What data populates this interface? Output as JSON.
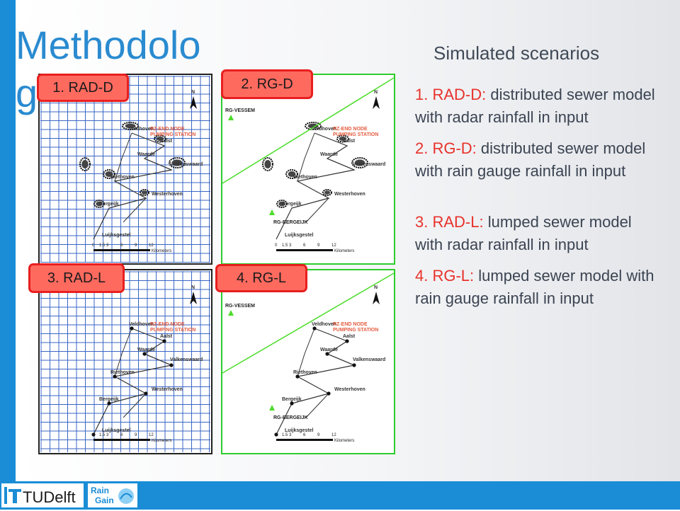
{
  "slide": {
    "title": "Methodology",
    "subtitle": "Simulated scenarios"
  },
  "maps": [
    {
      "tag": "1. RAD-D"
    },
    {
      "tag": "2. RG-D"
    },
    {
      "tag": "3. RAD-L"
    },
    {
      "tag": "4. RG-L"
    }
  ],
  "map_labels": {
    "towns": [
      "Veldhoven",
      "Aalst",
      "Waarde",
      "Valkenswaard",
      "Riethoven",
      "Westerhoven",
      "Bergeijk",
      "Luijksgestel"
    ],
    "rz_line1": "RZ-END NODE",
    "rz_line2": "PUMPING STATION",
    "rg_vessem": "RG-VESSEM",
    "rg_bergeijk": "RG-BERGEIJK",
    "north": "N",
    "scale_ticks": [
      "0",
      "1.5",
      "3",
      "6",
      "9",
      "12"
    ],
    "scale_unit": "Kilometers"
  },
  "scenarios": [
    {
      "code": "1. RAD-D:",
      "text": " distributed sewer model with radar rainfall in input"
    },
    {
      "code": "2. RG-D:",
      "text": " distributed sewer model with rain gauge rainfall in input"
    },
    {
      "code": "3. RAD-L:",
      "text": " lumped sewer model with radar rainfall in input"
    },
    {
      "code": "4. RG-L:",
      "text": " lumped sewer model with rain gauge rainfall in input"
    }
  ],
  "logos": {
    "tudelft": "TUDelft",
    "raingain_1": "Rain",
    "raingain_2": "Gain"
  },
  "colors": {
    "accent_blue": "#1a8dd6",
    "tag_fill": "#ff6a5f",
    "tag_border": "#e81f1f",
    "grid_blue": "#3a66c4",
    "map_frame_green": "#2ecc2e",
    "rain_gauge_line": "#4cdc2a"
  }
}
